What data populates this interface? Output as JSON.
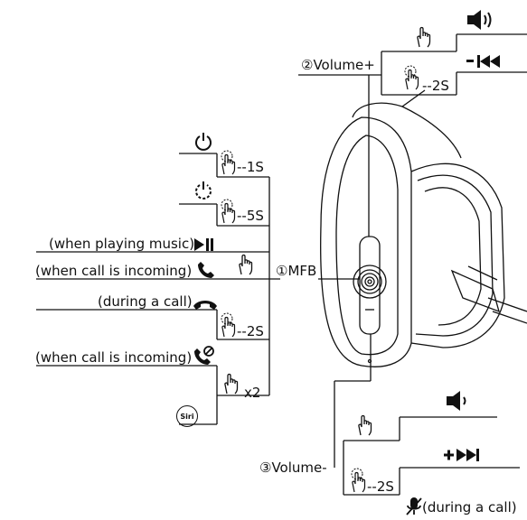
{
  "volume_plus": {
    "label": "②Volume+",
    "press_hint": "--2S"
  },
  "mfb": {
    "label": "①MFB",
    "hold_1s": "--1S",
    "hold_5s": "--5S",
    "when_playing_music": "(when playing music)",
    "when_call_incoming": "(when call is incoming)",
    "during_a_call": "(during a call)",
    "hold_2s": "--2S",
    "when_call_incoming_reject": "(when call is incoming)",
    "double_press": "x2",
    "siri": "Siri"
  },
  "volume_minus": {
    "label": "③Volume-",
    "press_hint": "--2S",
    "during_a_call": "(during a call)"
  }
}
